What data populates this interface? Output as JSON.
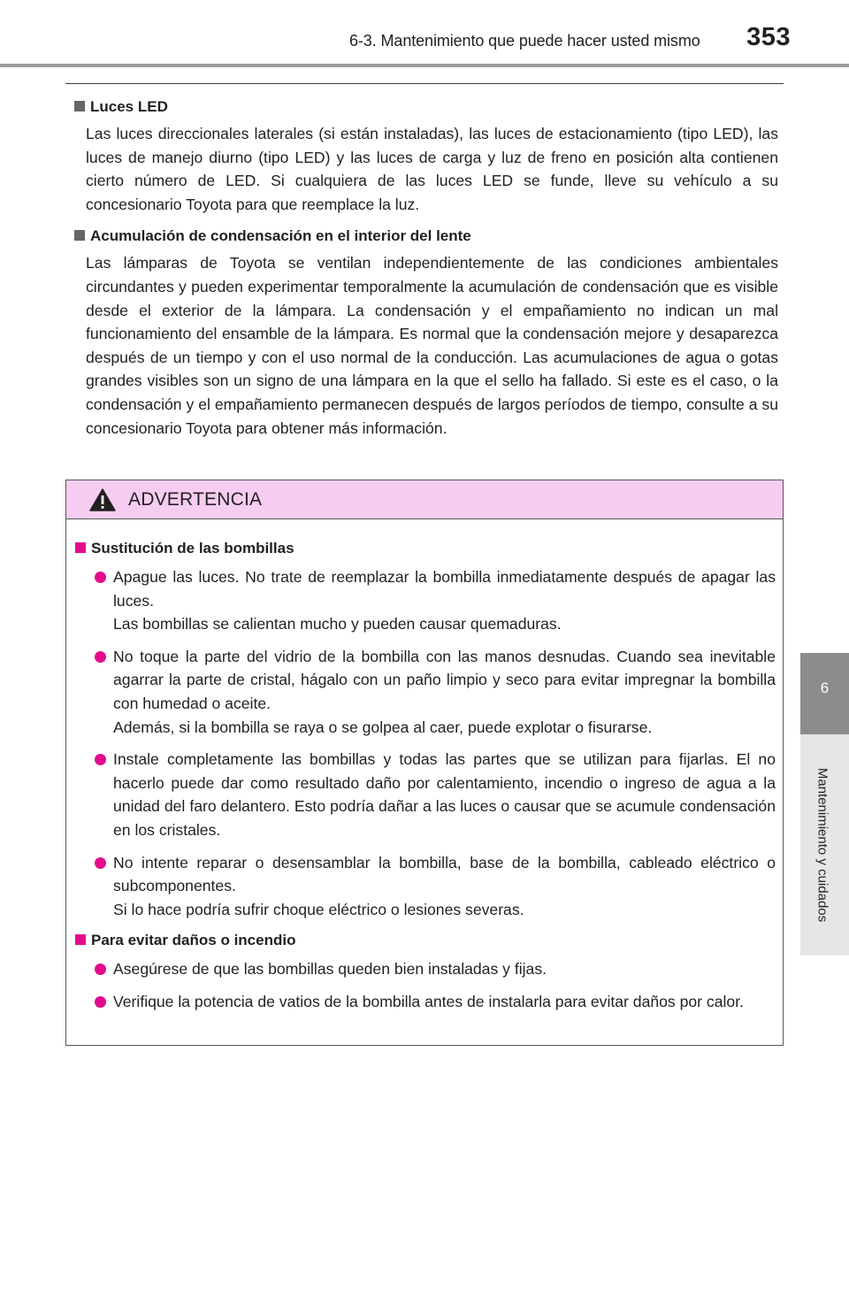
{
  "header": {
    "title": "6-3. Mantenimiento que puede hacer usted mismo",
    "page_number": "353"
  },
  "side_tab": {
    "number": "6",
    "label": "Mantenimiento y cuidados"
  },
  "sections": [
    {
      "title": "Luces LED",
      "body": "Las luces direccionales laterales (si están instaladas), las luces de estacionamiento (tipo LED), las luces de manejo diurno (tipo LED) y las luces de carga y luz de freno en posición alta contienen cierto número de LED. Si cualquiera de las luces LED se funde, lleve su vehículo a su concesionario Toyota para que reemplace la luz."
    },
    {
      "title": "Acumulación de condensación en el interior del lente",
      "body": "Las lámparas de Toyota se ventilan independientemente de las condiciones ambientales circundantes y pueden experimentar temporalmente la acumulación de condensación que es visible desde el exterior de la lámpara. La condensación y el empañamiento no indican un mal funcionamiento del ensamble de la lámpara. Es normal que la condensación mejore y desaparezca después de un tiempo y con el uso normal de la conducción. Las acumulaciones de agua o gotas grandes visibles son un signo de una lámpara en la que el sello ha fallado. Si este es el caso, o la condensación y el empañamiento permanecen después de largos períodos de tiempo, consulte a su concesionario Toyota para obtener más información."
    }
  ],
  "warning": {
    "label": "ADVERTENCIA",
    "sections": [
      {
        "title": "Sustitución de las bombillas",
        "bullets": [
          {
            "text": "Apague las luces. No trate de reemplazar la bombilla inmediatamente después de apagar las luces.",
            "extra": "Las bombillas se calientan mucho y pueden causar quemaduras."
          },
          {
            "text": "No toque la parte del vidrio de la bombilla con las manos desnudas. Cuando sea inevitable agarrar la parte de cristal, hágalo con un paño limpio y seco para evitar impregnar la bombilla con humedad o aceite.",
            "extra": "Además, si la bombilla se raya o se golpea al caer, puede explotar o fisurarse."
          },
          {
            "text": "Instale completamente las bombillas y todas las partes que se utilizan para fijarlas. El no hacerlo puede dar como resultado daño por calentamiento, incendio o ingreso de agua a la unidad del faro delantero. Esto podría dañar a las luces o causar que se acumule condensación en los cristales."
          },
          {
            "text": "No intente reparar o desensamblar la bombilla, base de la bombilla, cableado eléctrico o subcomponentes.",
            "extra": "Si lo hace podría sufrir choque eléctrico o lesiones severas."
          }
        ]
      },
      {
        "title": "Para evitar daños o incendio",
        "bullets": [
          {
            "text": "Asegúrese de que las bombillas queden bien instaladas y fijas."
          },
          {
            "text": "Verifique la potencia de vatios de la bombilla antes de instalarla para evitar daños por calor."
          }
        ]
      }
    ]
  },
  "colors": {
    "warning_header": "#f6cdf1",
    "warning_accent": "#e30b8d",
    "tab_gray": "#8c8c8c"
  },
  "icons": [
    "warning-triangle-icon"
  ]
}
